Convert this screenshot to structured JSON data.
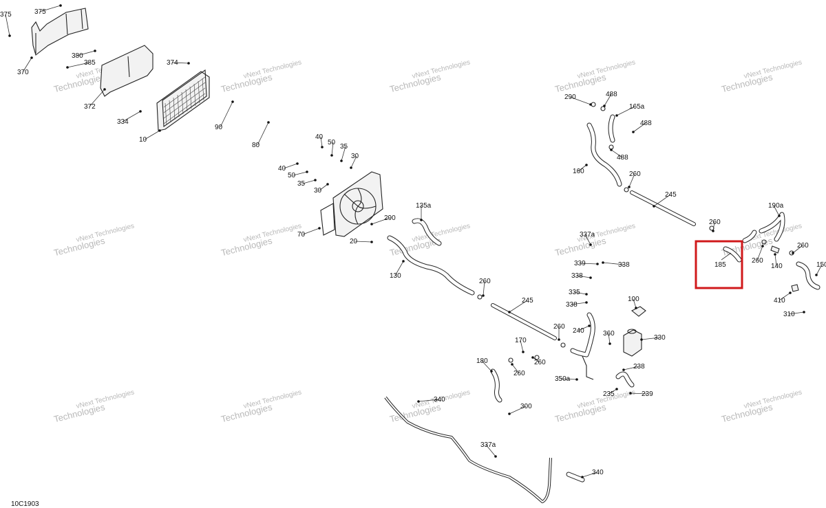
{
  "diagram": {
    "drawing_code": "10C1903",
    "watermark_line1": "vNext",
    "watermark_line2": "Technologies",
    "watermark_line_compact": "vNext Technologies",
    "highlight_color": "#d0191b",
    "highlight_label": "185",
    "labels": [
      "375",
      "375",
      "370",
      "380",
      "385",
      "372",
      "374",
      "334",
      "10",
      "90",
      "80",
      "40",
      "50",
      "35",
      "30",
      "40",
      "50",
      "35",
      "30",
      "70",
      "290",
      "20",
      "135a",
      "130",
      "260",
      "245",
      "290",
      "488",
      "165a",
      "488",
      "488",
      "160",
      "260",
      "245",
      "260",
      "190a",
      "260",
      "140",
      "260",
      "150",
      "410",
      "310",
      "337a",
      "338",
      "339",
      "338",
      "335",
      "338",
      "100",
      "330",
      "260",
      "240",
      "360",
      "170",
      "260",
      "260",
      "180",
      "350a",
      "238",
      "235",
      "239",
      "340",
      "300",
      "337a",
      "340"
    ]
  }
}
